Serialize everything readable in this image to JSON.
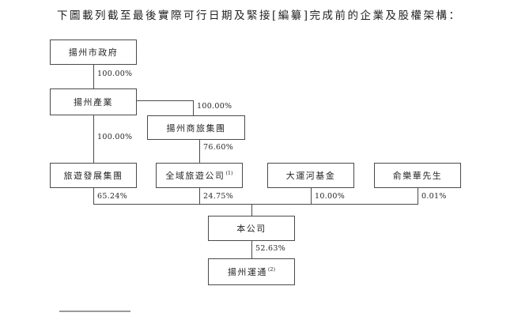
{
  "page": {
    "title": "下圖載列截至最後實際可行日期及緊接[編纂]完成前的企業及股權架構："
  },
  "nodes": {
    "gov": {
      "label": "揚州市政府"
    },
    "industry": {
      "label": "揚州產業"
    },
    "shanglv": {
      "label": "揚州商旅集團"
    },
    "lvyou": {
      "label": "旅遊發展集團"
    },
    "quanyu": {
      "label": "全域旅遊公司",
      "note": "(1)"
    },
    "dayunhe": {
      "label": "大運河基金"
    },
    "yu": {
      "label": "俞樂華先生"
    },
    "company": {
      "label": "本公司"
    },
    "yuntong": {
      "label": "揚州運通",
      "note": "(2)"
    }
  },
  "edges": {
    "gov_to_industry": {
      "pct": "100.00%"
    },
    "industry_to_shanglv": {
      "pct": "100.00%"
    },
    "industry_to_lvyou": {
      "pct": "100.00%"
    },
    "shanglv_to_quanyu": {
      "pct": "76.60%"
    },
    "lvyou_to_company": {
      "pct": "65.24%"
    },
    "quanyu_to_company": {
      "pct": "24.75%"
    },
    "dayunhe_to_company": {
      "pct": "10.00%"
    },
    "yu_to_company": {
      "pct": "0.01%"
    },
    "company_to_yuntong": {
      "pct": "52.63%"
    }
  },
  "colors": {
    "line": "#4a4a4a",
    "text": "#262626",
    "footnote_rule": "#9a9a9a",
    "background": "#ffffff"
  }
}
